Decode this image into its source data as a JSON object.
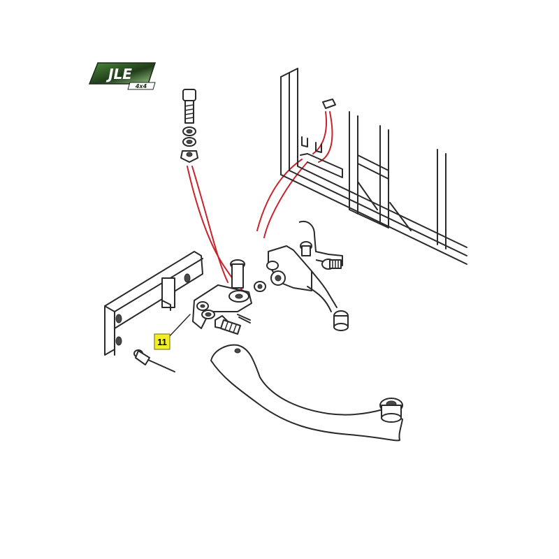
{
  "logo": {
    "text": "JLE",
    "subtext": "4x4",
    "colors": {
      "dark": "#1f3d1a",
      "light": "#4f8a3c",
      "highlight": "#9cc98a"
    }
  },
  "callouts": [
    {
      "label": "11",
      "color": "#f2ee2a"
    }
  ],
  "colors": {
    "line": "#2a2a2a",
    "connector": "#c8232c"
  }
}
